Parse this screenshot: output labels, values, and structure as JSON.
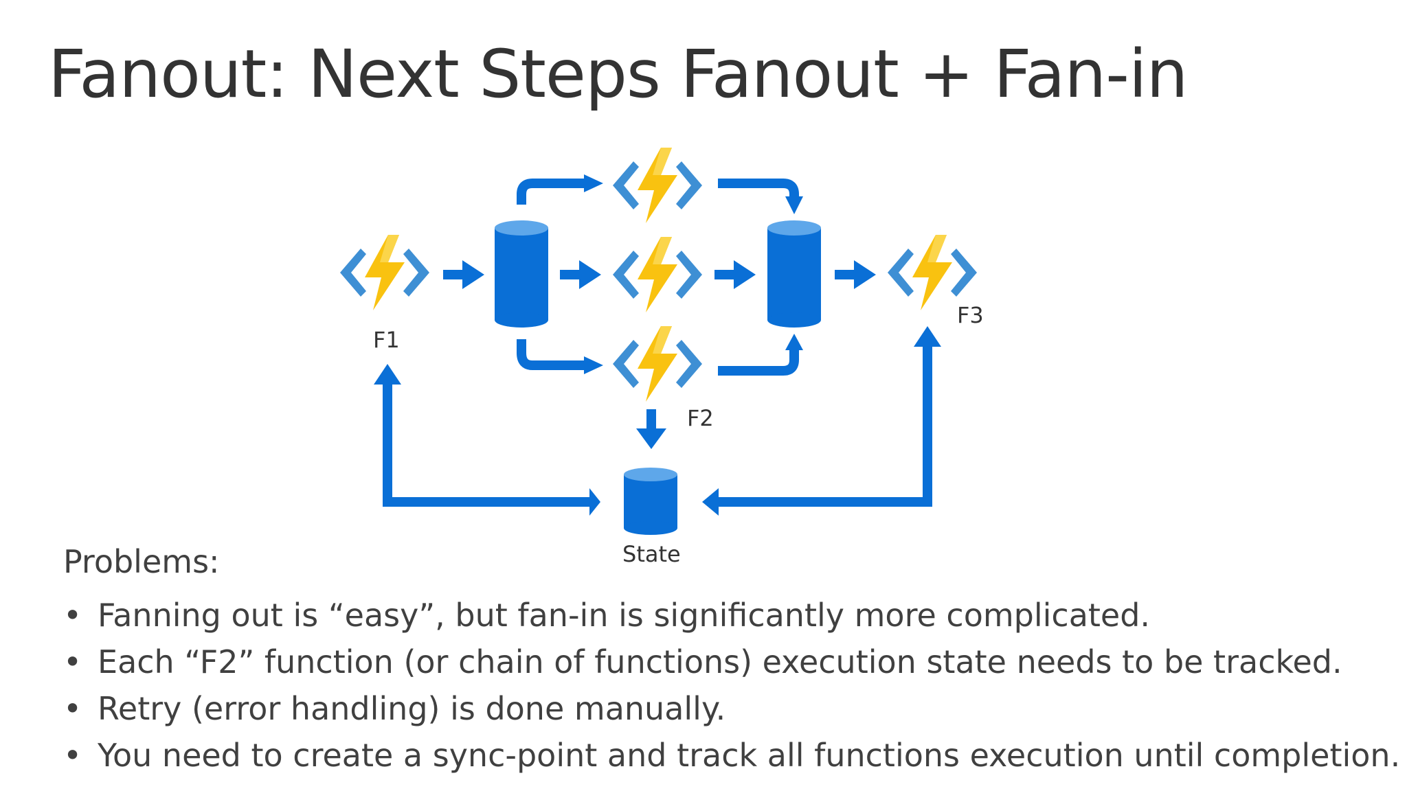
{
  "title": "Fanout: Next Steps Fanout + Fan-in",
  "diagram": {
    "labels": {
      "f1": "F1",
      "f2": "F2",
      "f3": "F3",
      "state": "State"
    },
    "colors": {
      "arrow": "#0a6fd6",
      "store": "#0a6fd6",
      "store_top": "#5ea7ea",
      "bolt": "#f9c210",
      "bracket": "#3e8fd4"
    },
    "icons": [
      "azure-function-icon",
      "storage-queue-icon",
      "state-store-icon",
      "arrow-icon"
    ]
  },
  "problems": {
    "heading": "Problems:",
    "bullet": "•",
    "items": [
      "Fanning out is “easy”, but fan-in is significantly more complicated.",
      "Each “F2” function (or chain of functions) execution state needs to be tracked.",
      "Retry (error handling) is done manually.",
      "You need to create a sync-point and track all functions execution until completion."
    ]
  }
}
